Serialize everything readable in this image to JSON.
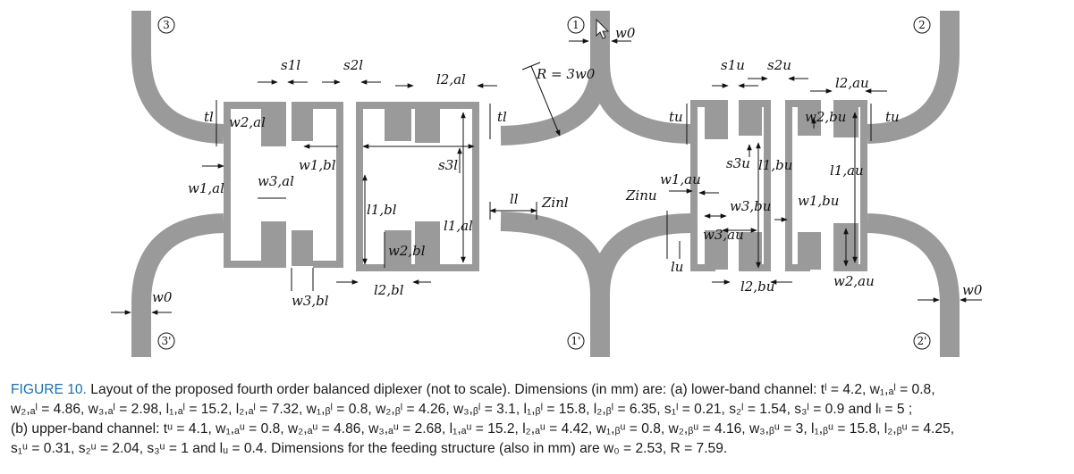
{
  "figure": {
    "ports": [
      "3",
      "1",
      "2",
      "3'",
      "1'",
      "2'"
    ],
    "labels": {
      "w0": "w0",
      "R": "R = 3w0",
      "lower": {
        "s1": "s1l",
        "s2": "s2l",
        "s3": "s3l",
        "t": "tl",
        "w1a": "w1,al",
        "w2a": "w2,al",
        "w3a": "w3,al",
        "w1b": "w1,bl",
        "w2b": "w2,bl",
        "w3b": "w3,bl",
        "l1a": "l1,al",
        "l2a": "l2,al",
        "l1b": "l1,bl",
        "l2b": "l2,bl",
        "ll": "ll",
        "zin": "Zinl"
      },
      "upper": {
        "s1": "s1u",
        "s2": "s2u",
        "s3": "s3u",
        "t": "tu",
        "w1a": "w1,au",
        "w2a": "w2,au",
        "w3a": "w3,au",
        "w1b": "w1,bu",
        "w2b": "w2,bu",
        "w3b": "w3,bu",
        "l1a": "l1,au",
        "l2a": "l2,au",
        "l1b": "l1,bu",
        "l2b": "l2,bu",
        "lu": "lu",
        "zin": "Zinu"
      }
    }
  },
  "caption": {
    "label": "FIGURE 10.",
    "line1": "Layout of the proposed fourth order balanced diplexer (not to scale). Dimensions (in mm) are: (a) lower-band channel: tˡ = 4.2, w₁,ₐˡ = 0.8,",
    "line2": "w₂,ₐˡ = 4.86, w₃,ₐˡ = 2.98, l₁,ₐˡ = 15.2, l₂,ₐˡ = 7.32, w₁,ᵦˡ = 0.8, w₂,ᵦˡ = 4.26, w₃,ᵦˡ = 3.1, l₁,ᵦˡ = 15.8, l₂,ᵦˡ = 6.35, s₁ˡ = 0.21, s₂ˡ = 1.54, s₃ˡ = 0.9 and lₗ = 5 ;",
    "line3": "(b) upper-band channel: tᵘ = 4.1, w₁,ₐᵘ = 0.8, w₂,ₐᵘ = 4.86, w₃,ₐᵘ = 2.68, l₁,ₐᵘ = 15.2, l₂,ₐᵘ = 4.42, w₁,ᵦᵘ = 0.8, w₂,ᵦᵘ = 4.16, w₃,ᵦᵘ = 3, l₁,ᵦᵘ = 15.8, l₂,ᵦᵘ = 4.25,",
    "line4": "s₁ᵘ = 0.31, s₂ᵘ = 2.04, s₃ᵘ = 1 and lᵤ = 0.4. Dimensions for the feeding structure (also in mm) are w₀ = 2.53, R = 7.59."
  }
}
